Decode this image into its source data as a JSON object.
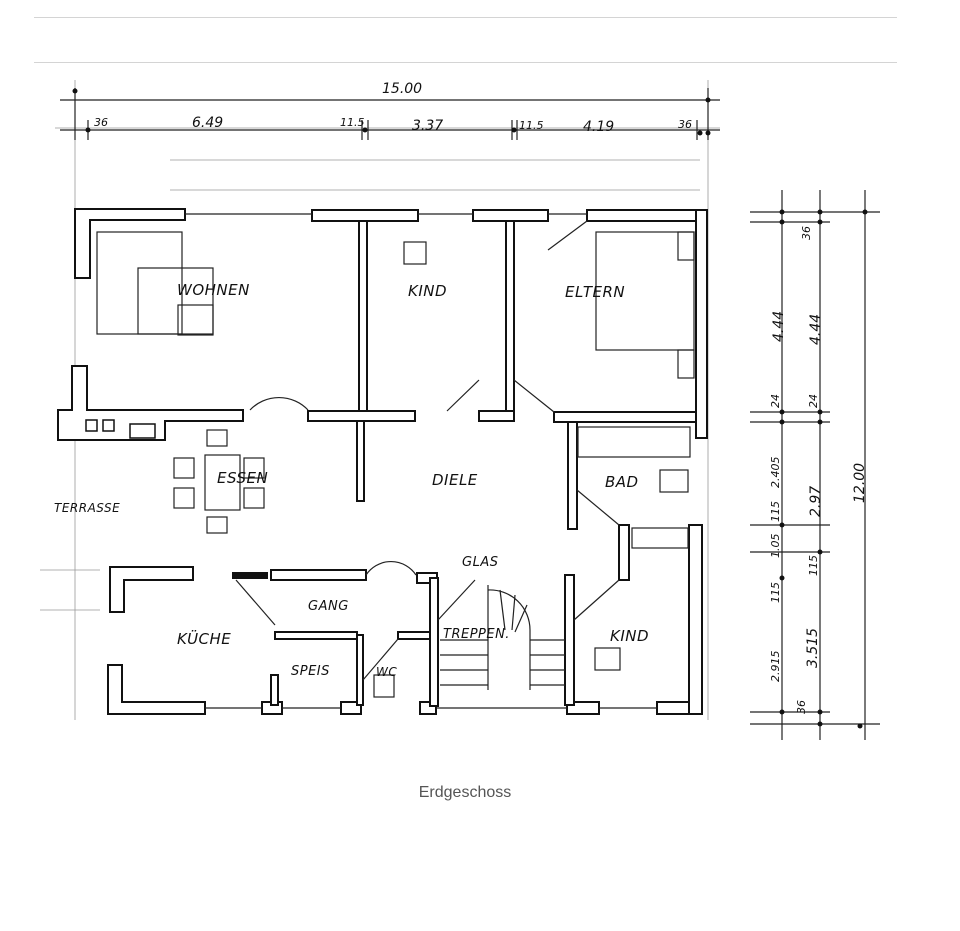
{
  "caption": "Erdgeschoss",
  "rooms": {
    "wohnen": "WOHNEN",
    "kind_top": "KIND",
    "eltern": "ELTERN",
    "essen": "ESSEN",
    "diele": "DIELE",
    "bad": "BAD",
    "terrasse": "TERRASSE",
    "glas": "GLAS",
    "gang": "GANG",
    "kueche": "KÜCHE",
    "treppen": "TREPPEN.",
    "kind_bottom": "KIND",
    "speis": "SPEIS",
    "wc": "WC"
  },
  "dimensions": {
    "top": {
      "total": "15.00",
      "d1": "36",
      "d2": "6.49",
      "d3": "11.5",
      "d4": "3.37",
      "d5": "11.5",
      "d6": "4.19",
      "d7": "36"
    },
    "right": {
      "total": "12.00",
      "a1": "36",
      "a2": "4.44",
      "a3": "4.44",
      "a4": "24",
      "a5": "24",
      "a6": "2.405",
      "a7": "2.97",
      "a8": "115",
      "a9": "115",
      "a10": "1.05",
      "a11": "115",
      "a12": "2.915",
      "a13": "3.515",
      "a14": "36"
    }
  }
}
